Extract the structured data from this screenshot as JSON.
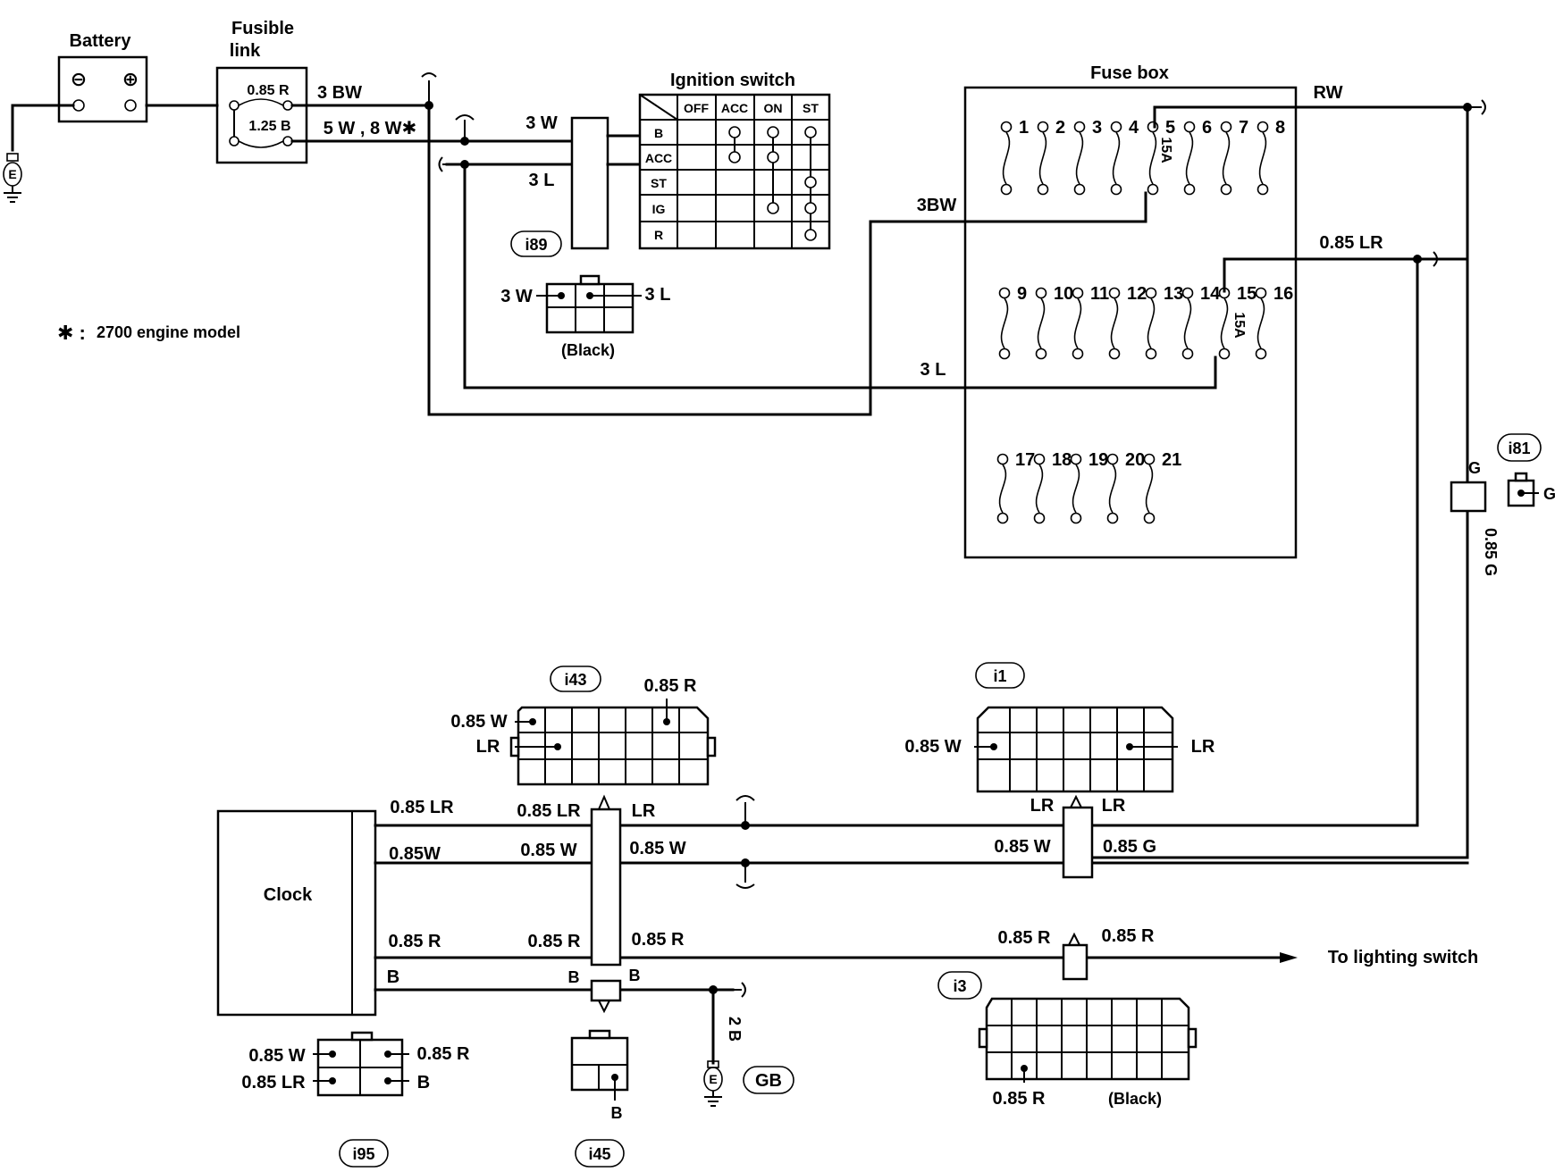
{
  "note": {
    "symbol": "✱ :",
    "text": "2700 engine model"
  },
  "battery": {
    "title": "Battery",
    "minus": "⊖",
    "plus": "⊕"
  },
  "fusible_link": {
    "title_line1": "Fusible",
    "title_line2": "link",
    "upper": "0.85 R",
    "lower": "1.25 B"
  },
  "ground_symbol": "E",
  "wires": {
    "w3bw_top": "3 BW",
    "w5w8w": "5 W , 8 W✱",
    "w3w": "3 W",
    "w3l": "3 L",
    "w3bw_fuse": "3BW",
    "w3l_fuse": "3 L",
    "rw": "RW",
    "lr085": "0.85 LR",
    "g": "G",
    "g085": "0.85 G"
  },
  "ignition_switch": {
    "title": "Ignition switch",
    "columns": [
      "OFF",
      "ACC",
      "ON",
      "ST"
    ],
    "rows": [
      "B",
      "ACC",
      "ST",
      "IG",
      "R"
    ]
  },
  "connector_i89": {
    "id": "i89",
    "left": "3 W",
    "right": "3 L",
    "color": "(Black)"
  },
  "fuse_box": {
    "title": "Fuse box",
    "row1": [
      "1",
      "2",
      "3",
      "4",
      "5",
      "6",
      "7",
      "8"
    ],
    "row2": [
      "9",
      "10",
      "11",
      "12",
      "13",
      "14",
      "15",
      "16"
    ],
    "row3": [
      "17",
      "18",
      "19",
      "20",
      "21"
    ],
    "rating_5": "15A",
    "rating_15": "15A"
  },
  "connector_i81": {
    "id": "i81",
    "pin": "G"
  },
  "connector_i43": {
    "id": "i43",
    "top": "0.85 R",
    "left1": "0.85 W",
    "left2": "LR"
  },
  "connector_i1": {
    "id": "i1",
    "left": "0.85 W",
    "right": "LR"
  },
  "clock": {
    "title": "Clock",
    "pins": [
      "0.85 LR",
      "0.85W",
      "0.85 R",
      "B"
    ]
  },
  "harness": {
    "lr_a": "0.85 LR",
    "lr_b": "LR",
    "w_a": "0.85 W",
    "w_b": "0.85 W",
    "r_a": "0.85 R",
    "r_b": "0.85 R",
    "b_a": "B",
    "b_b": "B",
    "lr_c": "LR",
    "lr_d": "LR",
    "w_c": "0.85 W",
    "g_c": "0.85 G",
    "r_c": "0.85 R",
    "r_d": "0.85 R",
    "to_lighting": "To lighting switch",
    "ground_wire": "2 B",
    "ground_label": "GB"
  },
  "connector_i3": {
    "id": "i3",
    "pin": "0.85 R",
    "color": "(Black)"
  },
  "connector_i95": {
    "id": "i95",
    "tl": "0.85 W",
    "tr": "0.85 R",
    "bl": "0.85 LR",
    "br": "B"
  },
  "connector_i45": {
    "id": "i45",
    "pin": "B"
  }
}
